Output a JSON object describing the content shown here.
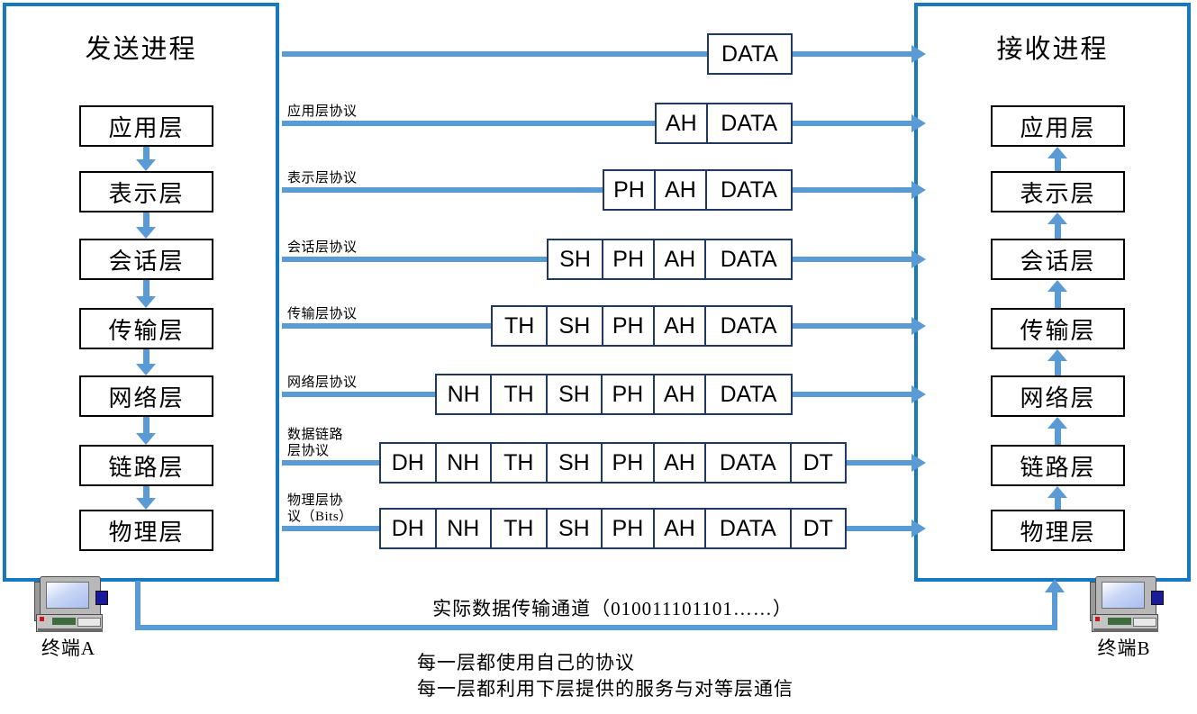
{
  "diagram": {
    "send_panel": {
      "title": "发送进程"
    },
    "recv_panel": {
      "title": "接收进程"
    },
    "layers": [
      "应用层",
      "表示层",
      "会话层",
      "传输层",
      "网络层",
      "链路层",
      "物理层"
    ],
    "protocol_rows": [
      {
        "label": "",
        "cells": [
          "DATA"
        ]
      },
      {
        "label": "应用层协议",
        "cells": [
          "AH",
          "DATA"
        ]
      },
      {
        "label": "表示层协议",
        "cells": [
          "PH",
          "AH",
          "DATA"
        ]
      },
      {
        "label": "会话层协议",
        "cells": [
          "SH",
          "PH",
          "AH",
          "DATA"
        ]
      },
      {
        "label": "传输层协议",
        "cells": [
          "TH",
          "SH",
          "PH",
          "AH",
          "DATA"
        ]
      },
      {
        "label": "网络层协议",
        "cells": [
          "NH",
          "TH",
          "SH",
          "PH",
          "AH",
          "DATA"
        ]
      },
      {
        "label": "数据链路\n层协议",
        "cells": [
          "DH",
          "NH",
          "TH",
          "SH",
          "PH",
          "AH",
          "DATA",
          "DT"
        ]
      },
      {
        "label": "物理层协\n议（Bits）",
        "cells": [
          "DH",
          "NH",
          "TH",
          "SH",
          "PH",
          "AH",
          "DATA",
          "DT"
        ]
      }
    ],
    "channel_caption": "实际数据传输通道（010011101101……）",
    "notes": "每一层都使用自己的协议\n每一层都利用下层提供的服务与对等层通信",
    "terminal_a": {
      "label": "终端A",
      "icon": "computer-icon"
    },
    "terminal_b": {
      "label": "终端B",
      "icon": "computer-icon"
    },
    "colors": {
      "panel_border": "#1479BE",
      "arrow_blue": "#5B9BD5",
      "pdu_border": "#1F3864",
      "layer_border": "#000000"
    }
  }
}
